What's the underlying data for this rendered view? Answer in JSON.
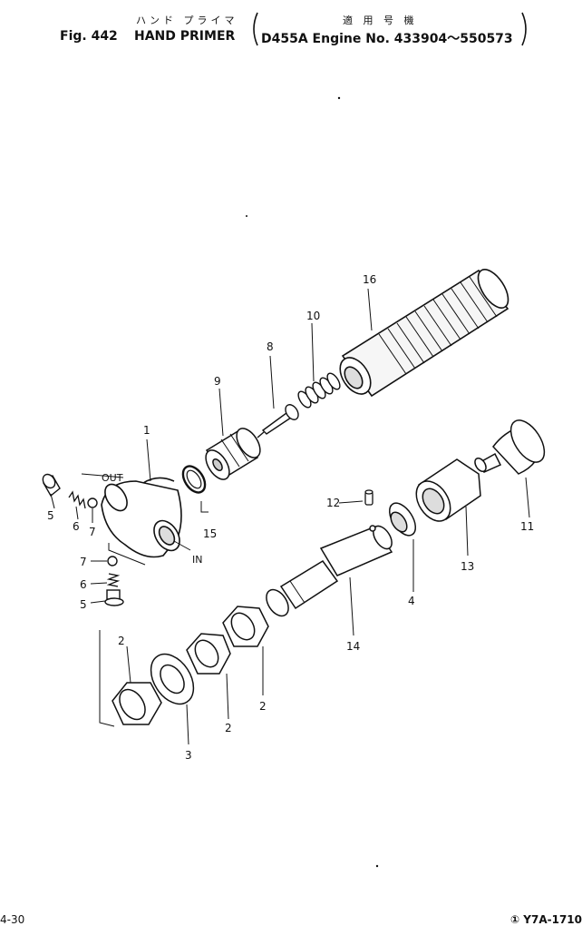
{
  "header": {
    "jp_title": "ハンド プライマ",
    "jp_applicable": "適 用 号 機",
    "fig_label": "Fig. 442",
    "title_en": "HAND PRIMER",
    "applicability": "D455A Engine No. 433904～550573"
  },
  "callouts": {
    "p1": "1",
    "p2a": "2",
    "p2b": "2",
    "p2c": "2",
    "p3": "3",
    "p4": "4",
    "p5a": "5",
    "p5b": "5",
    "p6a": "6",
    "p6b": "6",
    "p7a": "7",
    "p7b": "7",
    "p8": "8",
    "p9": "9",
    "p10": "10",
    "p11": "11",
    "p12": "12",
    "p13": "13",
    "p14": "14",
    "p15": "15",
    "p16": "16"
  },
  "ports": {
    "out": "OUT",
    "in": "IN"
  },
  "footer": {
    "page": "4-30",
    "code": "① Y7A-1710"
  }
}
